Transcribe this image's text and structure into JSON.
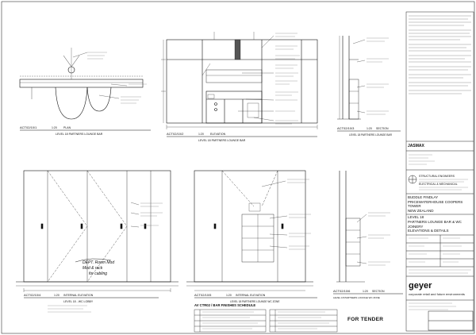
{
  "sheet": {
    "tender_label": "FOR TENDER",
    "brand": "geyer",
    "brand_sub": "corporate retail and future environments",
    "client": "JASMAX",
    "project_lines": [
      "BUDDLE FINDLAY",
      "PRICEWATERHOUSE COOPERS",
      "TOWER",
      "NEW ZEALAND"
    ],
    "drawing_title_lines": [
      "LEVEL 18",
      "PARTNERS LOUNGE BAR & WC",
      "JOINERY",
      "ELEVATIONS & DETAILS"
    ],
    "consultants": [
      "STRUCTURAL ENGINEERS",
      "ELECTRICAL & MECHANICAL"
    ]
  },
  "views": {
    "v1": {
      "code": "ACT02/10/1",
      "scale": "1:20",
      "name": "PLAN",
      "title": "LEVEL 18 PARTNERS LOUNGE BAR"
    },
    "v2": {
      "code": "ACT02/10/2",
      "scale": "1:20",
      "name": "ELEVATION",
      "title": "LEVEL 18 PARTNERS LOUNGE BAR"
    },
    "v3": {
      "code": "ACT02/10/3",
      "scale": "1:20",
      "name": "SECTION",
      "title": "LEVEL 18 PARTNERS LOUNGE BAR"
    },
    "v4": {
      "code": "ACT02/10/4",
      "scale": "1:20",
      "name": "INTERNAL ELEVATION",
      "title": "LEVEL 18 - WC LOBBY"
    },
    "v5": {
      "code": "ACT02/10/5",
      "scale": "1:20",
      "name": "INTERNAL ELEVATION",
      "title": "LEVEL 18 PARTNERS LOUNGE WC ZONE"
    },
    "v6": {
      "code": "ACT02/10/6",
      "scale": "1:20",
      "name": "SECTION",
      "title": "LEVEL 18 PARTNERS LOUNGE WC ZONE"
    }
  },
  "schedule": {
    "title": "AV CTR02 / BAR FINISHES SCHEDULE"
  },
  "handwritten_note": [
    "DEPT. Room Mod",
    "Mod & rack",
    "for cabling"
  ]
}
